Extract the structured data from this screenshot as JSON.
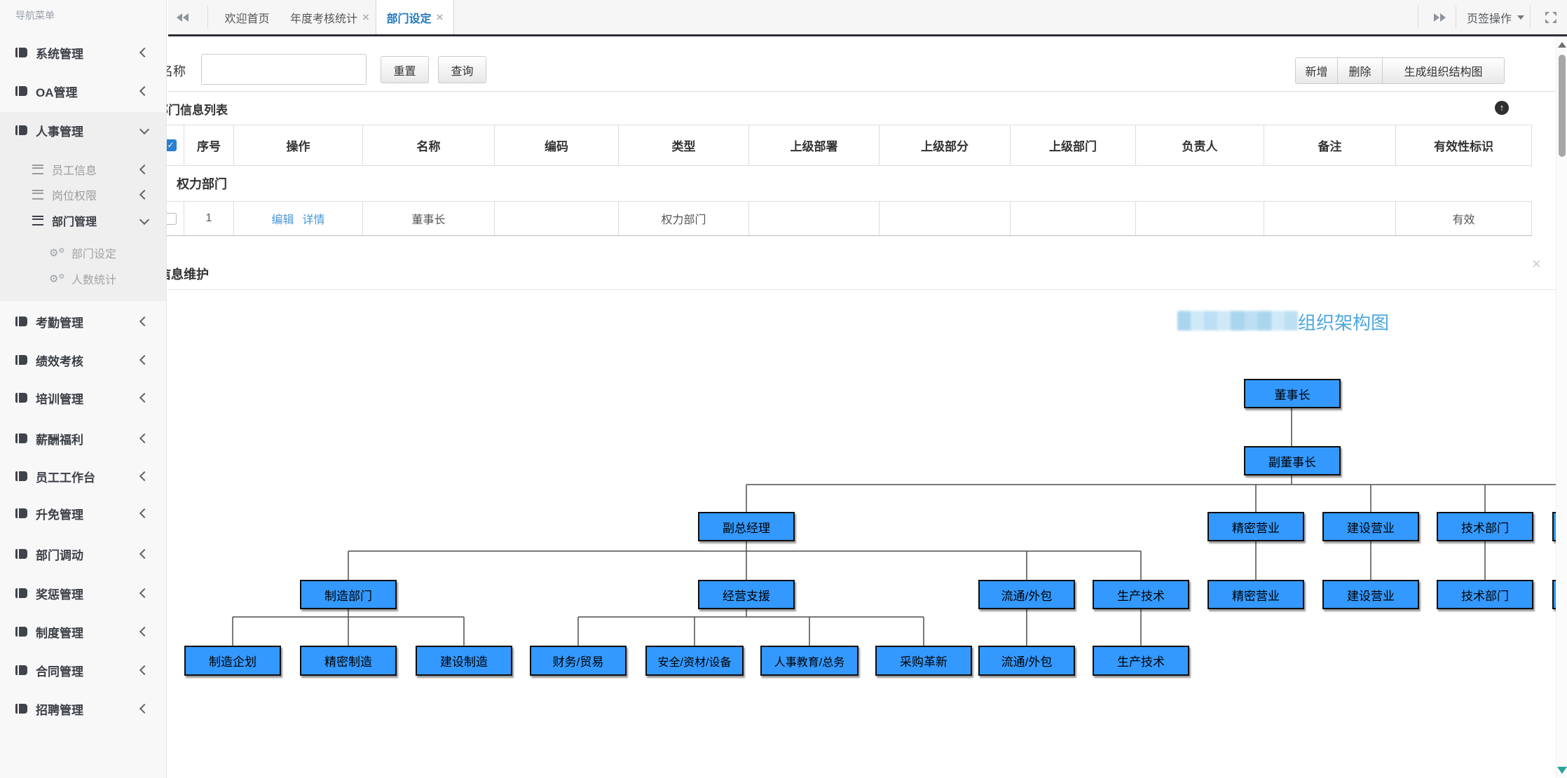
{
  "tabbar": {
    "tabs": [
      {
        "label": "欢迎首页",
        "closable": false,
        "active": false
      },
      {
        "label": "年度考核统计",
        "closable": true,
        "active": false
      },
      {
        "label": "部门设定",
        "closable": true,
        "active": true
      }
    ],
    "tab_menu_label": "页签操作",
    "close_glyph": "×"
  },
  "filters": {
    "name_label": "名称",
    "name_value": "",
    "reset_label": "重置",
    "search_label": "查询"
  },
  "actions": {
    "add_label": "新增",
    "delete_label": "删除",
    "generate_label": "生成组织结构图"
  },
  "list_panel": {
    "title": "部门信息列表",
    "columns": [
      "序号",
      "操作",
      "名称",
      "编码",
      "类型",
      "上级部署",
      "上级部分",
      "上级部门",
      "负责人",
      "备注",
      "有效性标识"
    ],
    "group_label": "权力部门",
    "row": {
      "seq": "1",
      "edit_link": "编辑",
      "detail_link": "详情",
      "name": "董事长",
      "type": "权力部门",
      "validity": "有效"
    }
  },
  "maintain_panel": {
    "title": "部门信息维护",
    "close_glyph": "×"
  },
  "org": {
    "title": "组织架构图",
    "redacted_prefix": "blurred-company-name",
    "nodes": [
      "董事长",
      "副董事长",
      "副总经理",
      "精密营业",
      "建设营业",
      "技术部门",
      "制造部门",
      "经营支援",
      "流通/外包",
      "生产技术",
      "精密营业",
      "建设营业",
      "技术部门",
      "制造企划",
      "精密制造",
      "建设制造",
      "财务/贸易",
      "安全/资材/设备",
      "人事教育/总务",
      "采购革新",
      "流通/外包",
      "生产技术"
    ]
  },
  "sidebar": {
    "title": "导航菜单",
    "groups": [
      "系统管理",
      "OA管理",
      "人事管理",
      "考勤管理",
      "绩效考核",
      "培训管理",
      "薪酬福利",
      "员工工作台",
      "升免管理",
      "部门调动",
      "奖惩管理",
      "制度管理",
      "合同管理",
      "招聘管理"
    ],
    "hr_children": [
      "员工信息",
      "岗位权限",
      "部门管理"
    ],
    "dept_children": [
      "部门设定",
      "人数统计"
    ]
  },
  "icons": {
    "sidebar_group": "book",
    "sidebar_sub": "menu-bars",
    "sidebar_leaf": "gears",
    "tab_prev": "double-arrow-left",
    "tab_next": "double-arrow-right",
    "tab_menu_caret": "caret-down",
    "tab_fullscreen": "arrows-expand",
    "panel_collapse": "arrow-up-circle",
    "checkbox_checked": "check",
    "scroll_up": "triangle-up",
    "scroll_down": "triangle-down"
  },
  "colors": {
    "active_tab_text": "#2079c0",
    "link": "#4796d8",
    "org_box_fill": "#3399ff",
    "org_box_border": "#0d0d0d",
    "org_title_text": "#4da7dd",
    "tabbar_underline": "#2b2e33",
    "checkbox_checked": "#2a7fd1",
    "scroll_down_arrow": "#26a69a"
  }
}
